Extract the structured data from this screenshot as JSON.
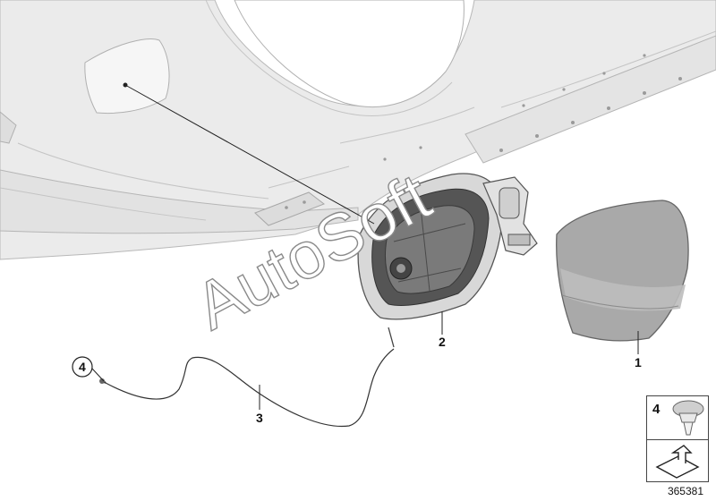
{
  "diagram": {
    "callouts": {
      "fuel_flap": "1",
      "filler_housing": "2",
      "release_cable": "3",
      "clip_circled": "4",
      "legend_clip": "4"
    },
    "watermark": "AutoSoft",
    "reference_number": "365381",
    "icons": {
      "clip": "push-clip-icon",
      "arrow": "arrow-bent-icon"
    },
    "colors": {
      "body_shell": "#ebebeb",
      "shell_line": "#b5b5b5",
      "flap": "#a9a9a9",
      "housing": "#d4d4d4",
      "watermark_outline": "#8a8a8a"
    }
  }
}
